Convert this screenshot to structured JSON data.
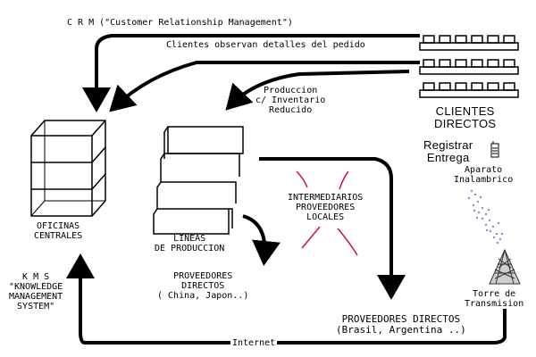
{
  "labels": {
    "crm": "C R M (\"Customer Relationship Management\")",
    "clientes_observan": "Clientes observan detalles del pedido",
    "produccion": "Produccion\nc/ Inventario\nReducido",
    "clientes_directos": "CLIENTES\nDIRECTOS",
    "registrar_entrega": "Registrar\nEntrega",
    "aparato": "Aparato\nInalambrico",
    "oficinas": "OFICINAS\nCENTRALES",
    "lineas": "LINEAS\nDE PRODUCCION",
    "intermediarios": "INTERMEDIARIOS\nPROVEEDORES\nLOCALES",
    "proveedores_china": "PROVEEDORES\nDIRECTOS\n( China, Japon..)",
    "kms": "K M S\n\"KNOWLEDGE\nMANAGEMENT\nSYSTEM\"",
    "torre": "Torre de\nTransmision",
    "proveedores_brasil": "PROVEEDORES DIRECTOS\n(Brasil, Argentina ..)",
    "internet": "Internet"
  },
  "colors": {
    "ink": "#000000",
    "cross": "#d0103a",
    "signal": "#8a8ad8"
  },
  "icons": {
    "clients": "computer-terminal-row-icon",
    "office": "office-building-icon",
    "lines": "production-line-icon",
    "phone": "mobile-phone-icon",
    "tower": "transmission-tower-icon"
  }
}
